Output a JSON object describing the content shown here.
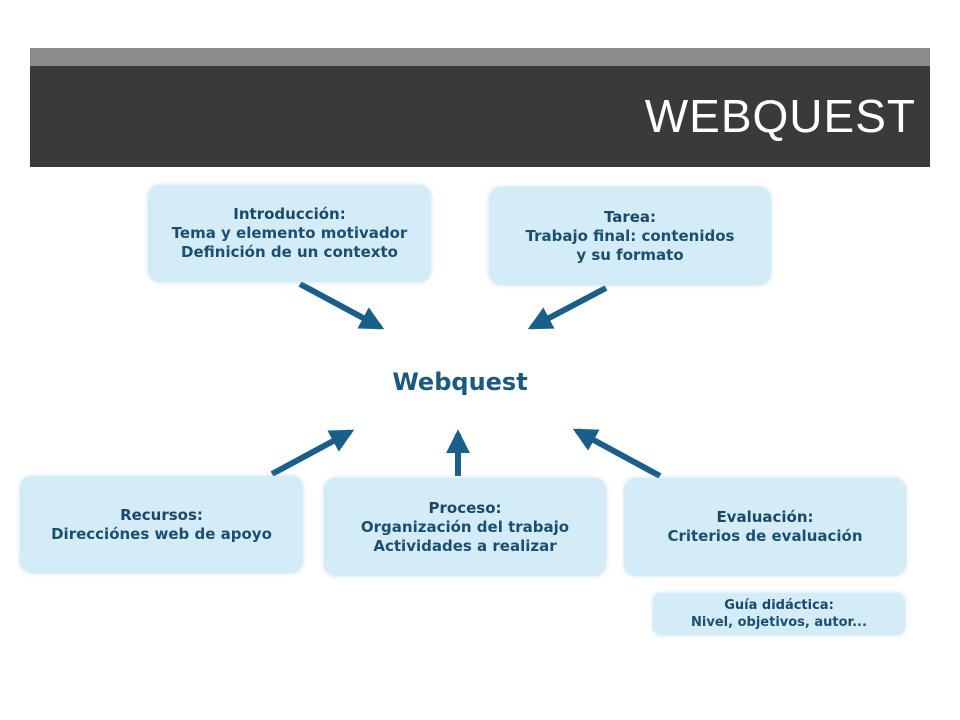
{
  "slide": {
    "title": "WEBQUEST"
  },
  "diagram": {
    "center": "Webquest",
    "introduccion": {
      "heading": "Introducción:",
      "lines": [
        "Tema y elemento motivador",
        "Definición de un contexto"
      ]
    },
    "tarea": {
      "heading": "Tarea:",
      "lines": [
        "Trabajo final: contenidos",
        "y su formato"
      ]
    },
    "recursos": {
      "heading": "Recursos:",
      "lines": [
        "Direcciónes web de apoyo"
      ]
    },
    "proceso": {
      "heading": "Proceso:",
      "lines": [
        "Organización del trabajo",
        "Actividades a realizar"
      ]
    },
    "evaluacion": {
      "heading": "Evaluación:",
      "lines": [
        "Criterios de evaluación"
      ]
    },
    "guia": {
      "heading": "Guía didáctica:",
      "lines": [
        "Nivel, objetivos, autor..."
      ]
    }
  },
  "colors": {
    "header_bg": "#3a3a3a",
    "strip": "#8c8c8c",
    "box_bg": "#d4ecf7",
    "arrow": "#1a5f8a",
    "text": "#1b4f70"
  }
}
